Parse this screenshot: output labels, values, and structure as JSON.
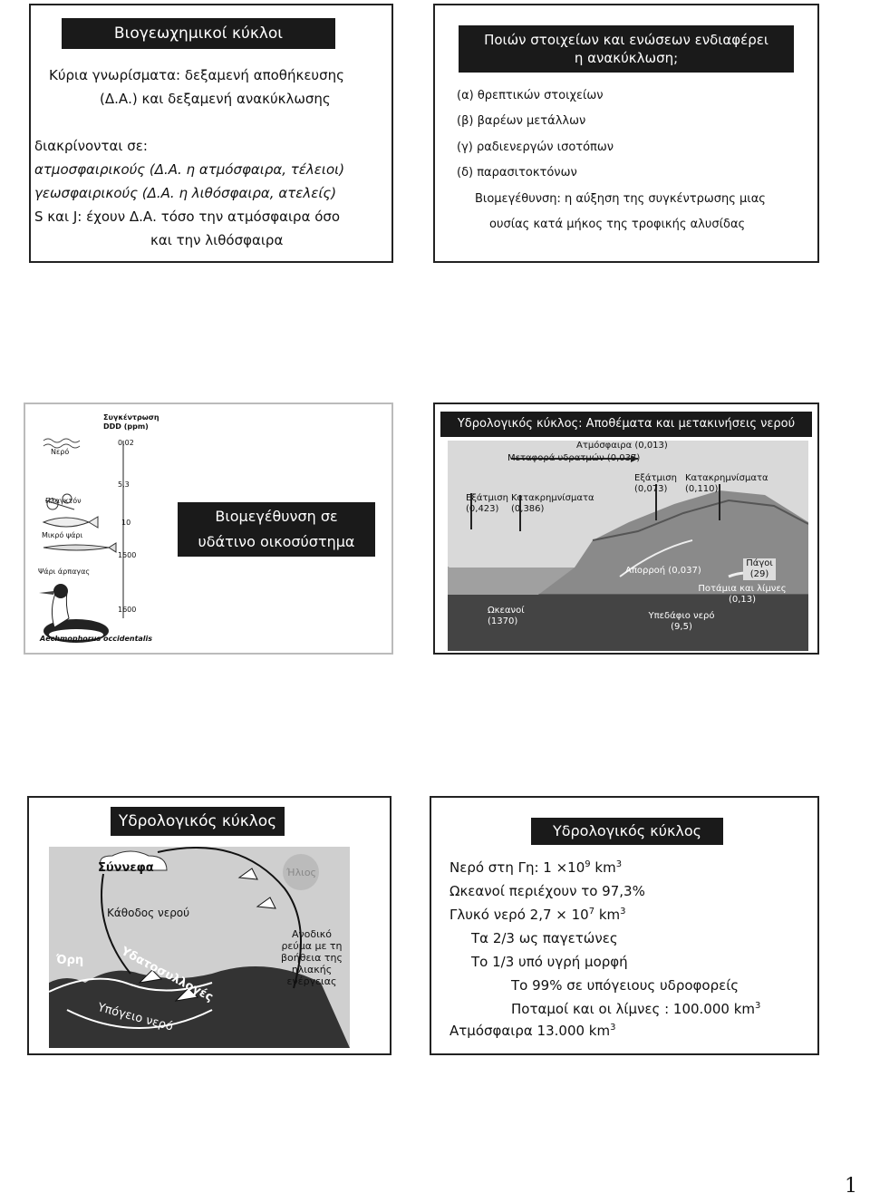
{
  "slide1": {
    "title": "Βιογεωχημικοί κύκλοι",
    "line1": "Κύρια γνωρίσματα: δεξαμενή αποθήκευσης",
    "line2": "(Δ.Α.) και δεξαμενή ανακύκλωσης",
    "line3": "διακρίνονται σε:",
    "line4": "ατμοσφαιρικούς (Δ.Α. η ατμόσφαιρα, τέλειοι)",
    "line5": "γεωσφαιρικούς (Δ.Α. η λιθόσφαιρα, ατελείς)",
    "line6": "S και J: έχουν Δ.Α.  τόσο την ατμόσφαιρα όσο",
    "line7": "και την λιθόσφαιρα"
  },
  "slide2": {
    "title_1": "Ποιών στοιχείων και ενώσεων ενδιαφέρει",
    "title_2": "η ανακύκλωση;",
    "a": "(α) θρεπτικών στοιχείων",
    "b": "(β) βαρέων μετάλλων",
    "c": "(γ) ραδιενεργών ισοτόπων",
    "d": "(δ) παρασιτοκτόνων",
    "def_1": "Βιομεγέθυνση: η αύξηση της συγκέντρωσης μιας",
    "def_2": "ουσίας κατά μήκος της τροφικής αλυσίδας"
  },
  "slide3": {
    "header": "Συγκέντρωση DDD (ppm)",
    "levels": [
      {
        "label": "Νερό",
        "value": "0,02"
      },
      {
        "label": "Πλαγκτόν",
        "value": "5,3"
      },
      {
        "label": "Μικρό ψάρι",
        "value": "10"
      },
      {
        "label": "Ψάρι άρπαγας",
        "value": "1500"
      },
      {
        "label": "",
        "value": "1600"
      }
    ],
    "species": "Aechmophorus occidentalis",
    "title_1": "Βιομεγέθυνση σε",
    "title_2": "υδάτινο οικοσύστημα"
  },
  "slide4": {
    "title": "Υδρολογικός κύκλος: Αποθέματα και μετακινήσεις νερού",
    "atmosphere": "Ατμόσφαιρα (0,013)",
    "vapor": "Μεταφορά υδρατμών (0,037)",
    "evap_land": "Εξάτμιση (0,073)",
    "precip_land": "Κατακρημνίσματα (0,110)",
    "evap_ocean": "Εξάτμιση (0,423)",
    "precip_ocean": "Κατακρημνίσματα (0,386)",
    "runoff": "Απορροή (0,037)",
    "ice": "Πάγοι (29)",
    "rivers": "Ποτάμια και λίμνες (0,13)",
    "groundwater": "Υπεδάφιο νερό (9,5)",
    "ocean": "Ωκεανοί (1370)"
  },
  "slide5": {
    "title": "Υδρολογικός κύκλος",
    "clouds": "Σύννεφα",
    "sun": "Ήλιος",
    "descent": "Κάθοδος νερού",
    "ore": "Όρη",
    "collection": "Υδατοσυλλογές",
    "groundwater": "Υπόγειο νερό",
    "updraft": "Ανοδικό ρεύμα με τη βοήθεια της ηλιακής ενέργειας"
  },
  "slide6": {
    "title": "Υδρολογικός κύκλος",
    "earth_water": "Νερό στη Γη: 1 ×10",
    "earth_exp": "9",
    "earth_unit": " km",
    "earth_unit_exp": "3",
    "oceans": "Ωκεανοί  περιέχουν το 97,3%",
    "fresh": "Γλυκό νερό 2,7 × 10",
    "fresh_exp": "7",
    "fresh_unit": " km",
    "fresh_unit_exp": "3",
    "glaciers": "Τα 2/3 ως παγετώνες",
    "liquid": "Το 1/3 υπό υγρή μορφή",
    "underground": "Το 99% σε υπόγειους υδροφορείς",
    "rivers": "Ποταμοί και οι λίμνες : 100.000 km",
    "rivers_exp": "3",
    "atmos": "Ατμόσφαιρα 13.000 km",
    "atmos_exp": "3"
  },
  "page_number": "1"
}
